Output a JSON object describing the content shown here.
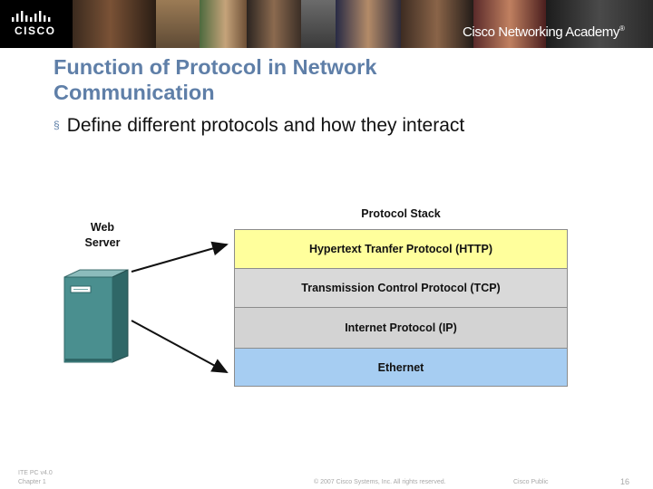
{
  "header": {
    "logo_text": "CISCO",
    "brand_text": "Cisco Networking Academy",
    "trademark": "®"
  },
  "slide": {
    "title": "Function of Protocol in Network Communication",
    "bullet_marker": "§",
    "bullet": "Define different protocols and how they interact"
  },
  "diagram": {
    "server_label_line1": "Web",
    "server_label_line2": "Server",
    "stack_title": "Protocol Stack",
    "layers": [
      "Hypertext Tranfer Protocol (HTTP)",
      "Transmission Control Protocol (TCP)",
      "Internet Protocol (IP)",
      "Ethernet"
    ],
    "colors": {
      "http": "#ffff9c",
      "tcp": "#d9d9d9",
      "ip": "#d3d3d3",
      "ethernet": "#a6cdf2",
      "server": "#4a8f8f"
    }
  },
  "footer": {
    "course": "ITE PC v4.0",
    "chapter": "Chapter 1",
    "copyright": "© 2007 Cisco Systems, Inc. All rights reserved.",
    "classification": "Cisco Public",
    "page": "16"
  }
}
